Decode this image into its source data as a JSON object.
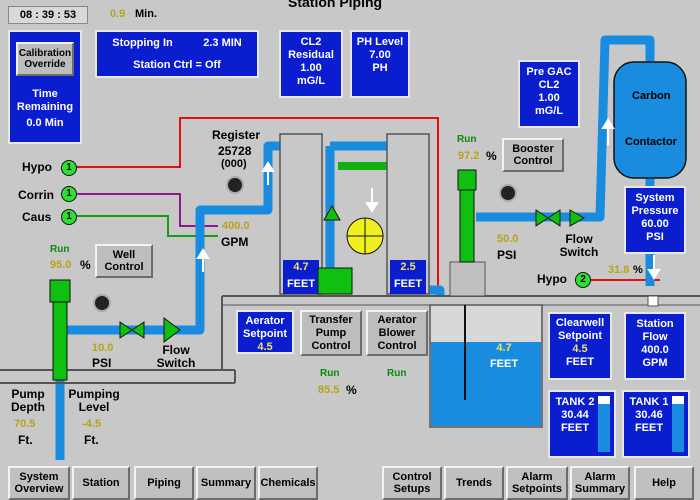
{
  "header": {
    "clock": "08 : 39 : 53",
    "timer_value": "0.9",
    "timer_unit": "Min.",
    "title": "Station Piping"
  },
  "calibration": {
    "button": "Calibration Override",
    "time_label": "Time Remaining",
    "time_value": "0.0",
    "time_unit": "Min"
  },
  "stopping": {
    "label": "Stopping In",
    "value": "2.3",
    "unit": "MIN",
    "ctrl": "Station Ctrl =  Off"
  },
  "cl2_residual": {
    "label": "CL2 Residual",
    "value": "1.00",
    "unit": "mG/L"
  },
  "ph_level": {
    "label": "PH Level",
    "value": "7.00",
    "unit": "PH"
  },
  "pre_gac": {
    "label": "Pre GAC CL2",
    "value": "1.00",
    "unit": "mG/L"
  },
  "carbon": {
    "label1": "Carbon",
    "label2": "Contactor"
  },
  "system_pressure": {
    "label": "System Pressure",
    "value": "60.00",
    "unit": "PSI"
  },
  "register": {
    "label": "Register",
    "value": "25728",
    "sub": "(000)",
    "flow": "400.0",
    "flow_unit": "GPM"
  },
  "chemicals": [
    {
      "name": "Hypo",
      "num": "1"
    },
    {
      "name": "Corrin",
      "num": "1"
    },
    {
      "name": "Caus",
      "num": "1"
    }
  ],
  "well": {
    "run": "Run",
    "speed": "95.0",
    "speed_unit": "%",
    "button": "Well Control",
    "psi": "10.0",
    "psi_unit": "PSI",
    "flow_switch": "Flow Switch"
  },
  "booster": {
    "run": "Run",
    "speed": "97.2",
    "speed_unit": "%",
    "button": "Booster Control",
    "psi": "50.0",
    "psi_unit": "PSI",
    "flow_switch": "Flow Switch"
  },
  "hypo2": {
    "label": "Hypo",
    "num": "2",
    "value": "31.8",
    "unit": "%"
  },
  "tanks": {
    "left_level": "4.7",
    "right_level": "2.5",
    "unit": "FEET",
    "clearwell_level": "4.7"
  },
  "aerator": {
    "label": "Aerator Setpoint",
    "value": "4.5"
  },
  "transfer_pump": {
    "button": "Transfer Pump Control",
    "run": "Run",
    "speed": "85.5",
    "unit": "%"
  },
  "aerator_blower": {
    "button": "Aerator Blower Control",
    "run": "Run"
  },
  "clearwell_setpoint": {
    "label": "Clearwell Setpoint",
    "value": "4.5",
    "unit": "FEET"
  },
  "station_flow": {
    "label": "Station Flow",
    "value": "400.0",
    "unit": "GPM"
  },
  "tank2": {
    "label": "TANK 2",
    "value": "30.44",
    "unit": "FEET",
    "fill": 0.85
  },
  "tank1": {
    "label": "TANK 1",
    "value": "30.46",
    "unit": "FEET",
    "fill": 0.85
  },
  "pump_depth": {
    "label": "Pump Depth",
    "value": "70.5",
    "unit": "Ft."
  },
  "pumping_level": {
    "label": "Pumping Level",
    "value": "-4.5",
    "unit": "Ft."
  },
  "nav": {
    "system_overview": "System Overview",
    "station": "Station",
    "piping": "Piping",
    "summary": "Summary",
    "chemicals": "Chemicals",
    "control_setups": "Control Setups",
    "trends": "Trends",
    "alarm_setpoints": "Alarm Setpoints",
    "alarm_summary": "Alarm Summary",
    "help": "Help"
  }
}
